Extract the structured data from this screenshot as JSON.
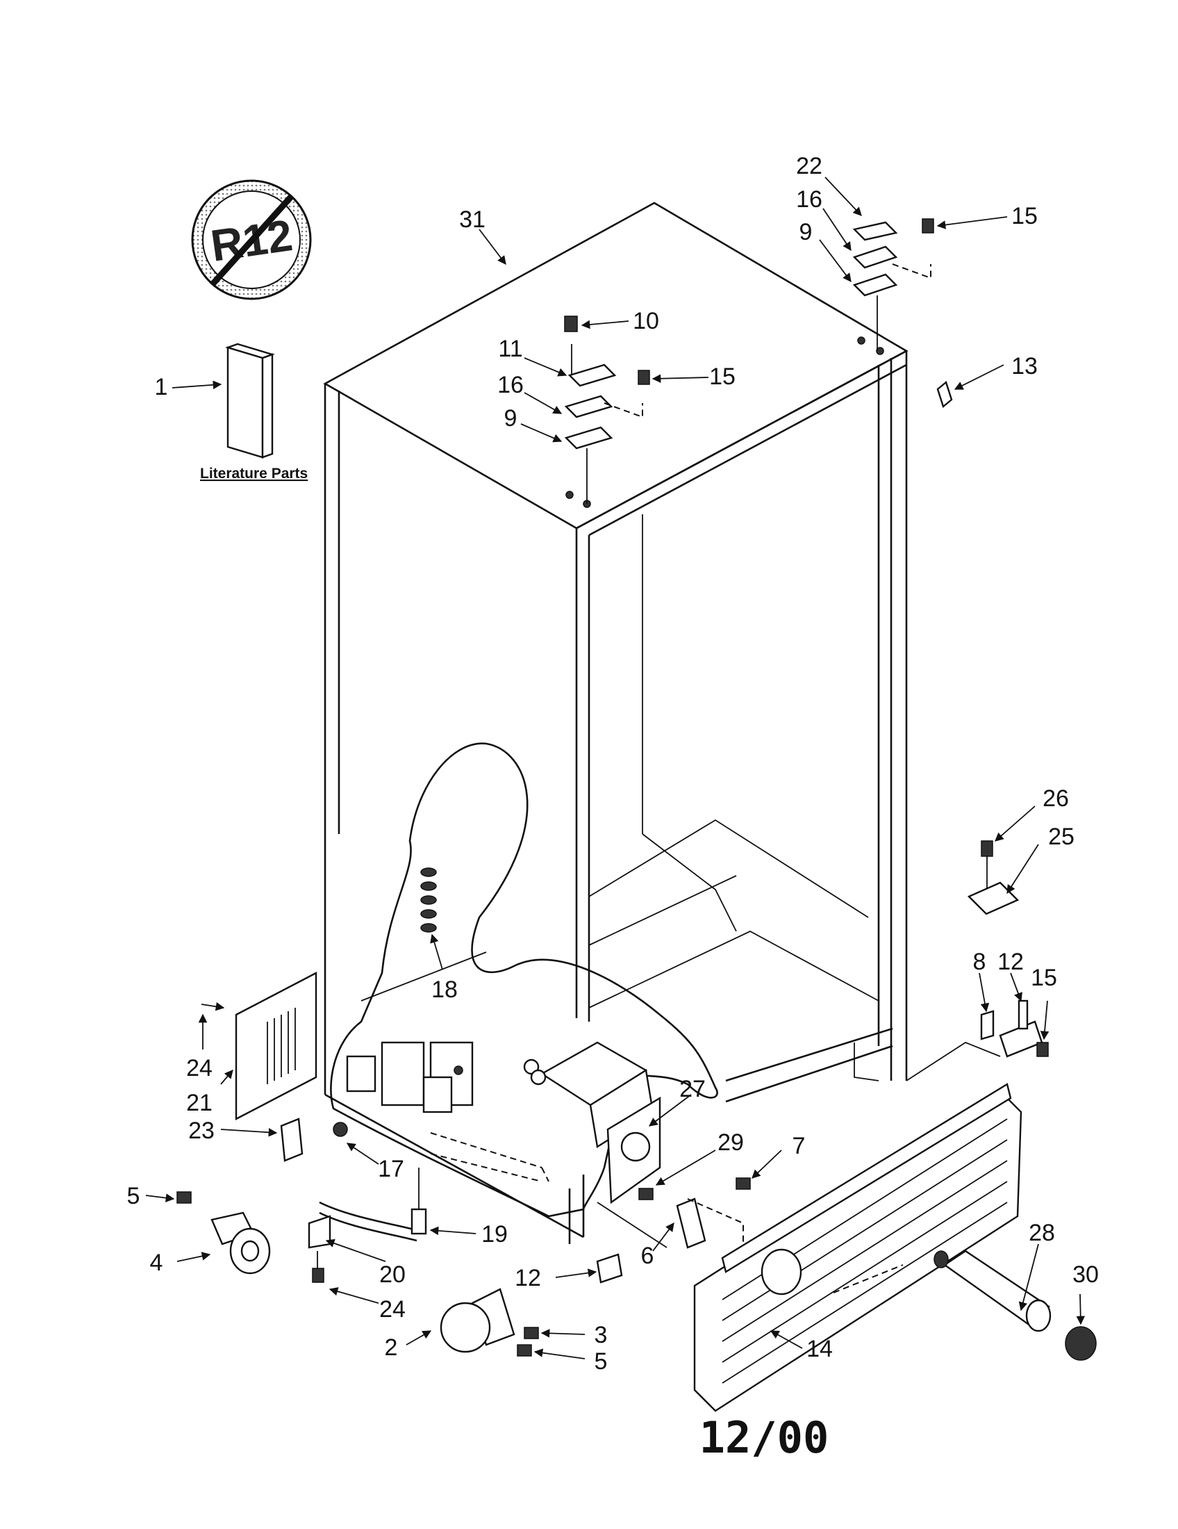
{
  "diagram": {
    "seal_text": "R12",
    "literature_label": "Literature Parts",
    "date_code": "12/00",
    "callouts": [
      {
        "id": "22",
        "label": "22"
      },
      {
        "id": "16a",
        "label": "16"
      },
      {
        "id": "9a",
        "label": "9"
      },
      {
        "id": "15a",
        "label": "15"
      },
      {
        "id": "31",
        "label": "31"
      },
      {
        "id": "10",
        "label": "10"
      },
      {
        "id": "11",
        "label": "11"
      },
      {
        "id": "15b",
        "label": "15"
      },
      {
        "id": "16b",
        "label": "16"
      },
      {
        "id": "9b",
        "label": "9"
      },
      {
        "id": "1",
        "label": "1"
      },
      {
        "id": "13",
        "label": "13"
      },
      {
        "id": "26",
        "label": "26"
      },
      {
        "id": "25",
        "label": "25"
      },
      {
        "id": "18",
        "label": "18"
      },
      {
        "id": "8",
        "label": "8"
      },
      {
        "id": "12a",
        "label": "12"
      },
      {
        "id": "15c",
        "label": "15"
      },
      {
        "id": "24a",
        "label": "24"
      },
      {
        "id": "21",
        "label": "21"
      },
      {
        "id": "27",
        "label": "27"
      },
      {
        "id": "23",
        "label": "23"
      },
      {
        "id": "29",
        "label": "29"
      },
      {
        "id": "7",
        "label": "7"
      },
      {
        "id": "17",
        "label": "17"
      },
      {
        "id": "5a",
        "label": "5"
      },
      {
        "id": "19",
        "label": "19"
      },
      {
        "id": "6",
        "label": "6"
      },
      {
        "id": "28",
        "label": "28"
      },
      {
        "id": "4",
        "label": "4"
      },
      {
        "id": "20",
        "label": "20"
      },
      {
        "id": "12b",
        "label": "12"
      },
      {
        "id": "30",
        "label": "30"
      },
      {
        "id": "24b",
        "label": "24"
      },
      {
        "id": "3",
        "label": "3"
      },
      {
        "id": "2",
        "label": "2"
      },
      {
        "id": "14",
        "label": "14"
      },
      {
        "id": "5b",
        "label": "5"
      }
    ]
  }
}
